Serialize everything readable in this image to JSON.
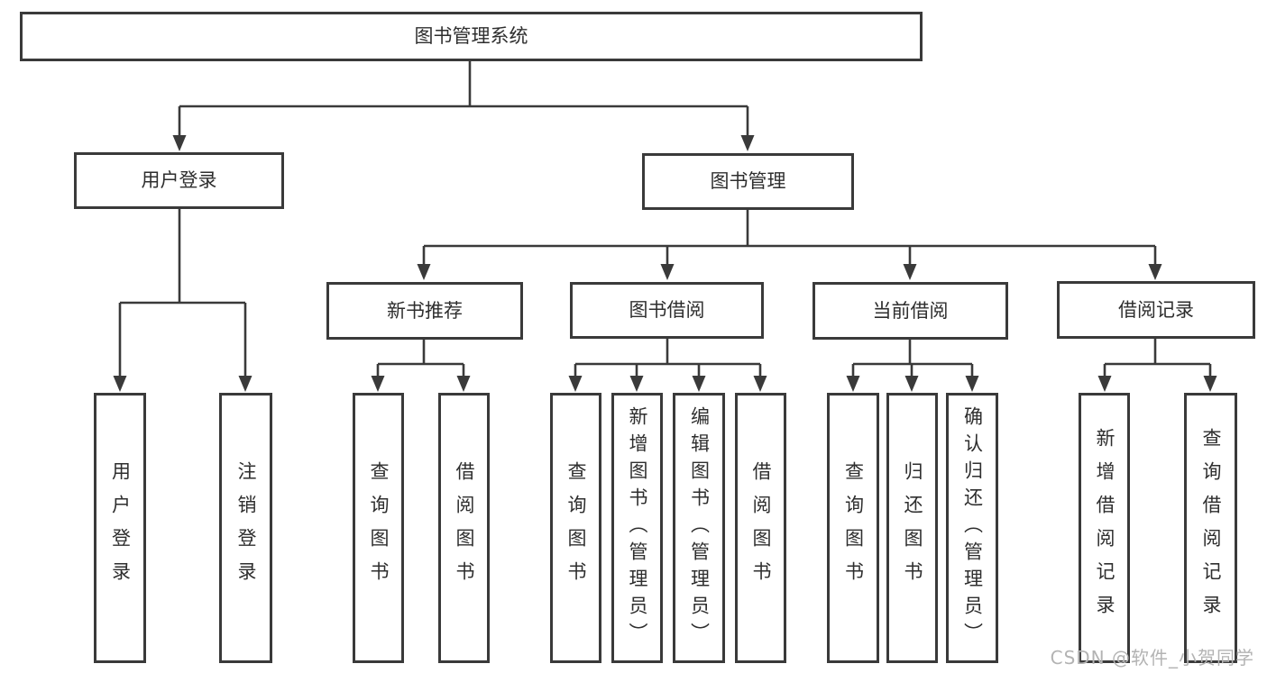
{
  "diagram": {
    "root": {
      "label": "图书管理系统"
    },
    "level2": [
      {
        "label": "用户登录"
      },
      {
        "label": "图书管理"
      }
    ],
    "level3": [
      {
        "label": "新书推荐"
      },
      {
        "label": "图书借阅"
      },
      {
        "label": "当前借阅"
      },
      {
        "label": "借阅记录"
      }
    ],
    "leaves": {
      "login": [
        {
          "label": "用户登录"
        },
        {
          "label": "注销登录"
        }
      ],
      "recommend": [
        {
          "label": "查询图书"
        },
        {
          "label": "借阅图书"
        }
      ],
      "borrow": [
        {
          "label": "查询图书"
        },
        {
          "label": "新增图书（管理员）"
        },
        {
          "label": "编辑图书（管理员）"
        },
        {
          "label": "借阅图书"
        }
      ],
      "current": [
        {
          "label": "查询图书"
        },
        {
          "label": "归还图书"
        },
        {
          "label": "确认归还（管理员）"
        }
      ],
      "records": [
        {
          "label": "新增借阅记录"
        },
        {
          "label": "查询借阅记录"
        }
      ]
    },
    "watermark": "CSDN @软件_小贺同学",
    "colors": {
      "line": "#3a3a3a",
      "text": "#2e2e2e",
      "watermark": "#b3b3b3",
      "background": "#ffffff"
    }
  }
}
